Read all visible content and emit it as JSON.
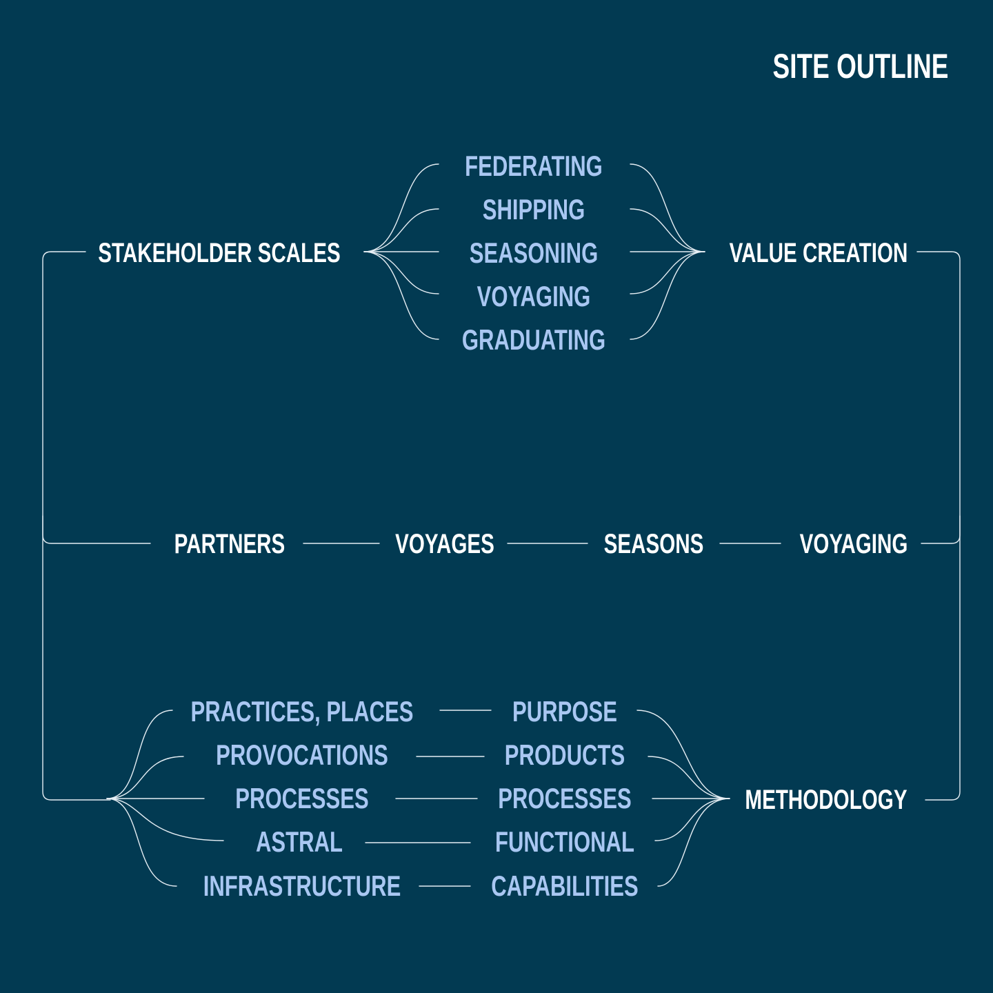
{
  "title": "SITE OUTLINE",
  "colors": {
    "background": "#023a52",
    "primary_text": "#ffffff",
    "secondary_text": "#a9c7f2",
    "lines": "#e6eef4"
  },
  "top": {
    "left": "STAKEHOLDER SCALES",
    "items": [
      "FEDERATING",
      "SHIPPING",
      "SEASONING",
      "VOYAGING",
      "GRADUATING"
    ],
    "right": "VALUE CREATION"
  },
  "middle": [
    "PARTNERS",
    "VOYAGES",
    "SEASONS",
    "VOYAGING"
  ],
  "bottom": {
    "left_items": [
      "PRACTICES, PLACES",
      "PROVOCATIONS",
      "PROCESSES",
      "ASTRAL",
      "INFRASTRUCTURE"
    ],
    "right_items": [
      "PURPOSE",
      "PRODUCTS",
      "PROCESSES",
      "FUNCTIONAL",
      "CAPABILITIES"
    ],
    "right": "METHODOLOGY"
  }
}
